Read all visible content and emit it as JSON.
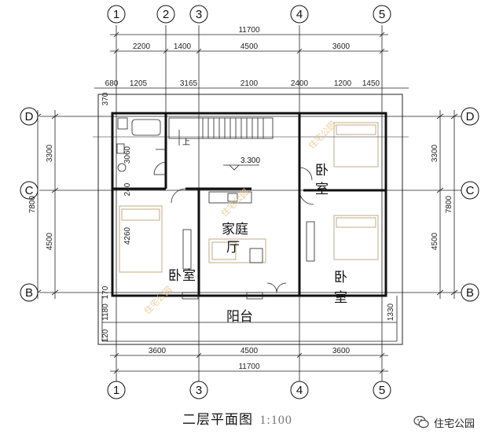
{
  "drawing": {
    "axes_columns": [
      "1",
      "2",
      "3",
      "4",
      "5"
    ],
    "axes_rows": [
      "D",
      "C",
      "B"
    ],
    "top_total": "11700",
    "top_dims": [
      "2200",
      "1400",
      "4500",
      "3600"
    ],
    "top_detail_dims": [
      "680",
      "1205",
      "3165",
      "2100",
      "2400",
      "1200",
      "1450"
    ],
    "left_total": "7800",
    "left_dims": [
      "3300",
      "4500"
    ],
    "right_total": "7800",
    "right_dims": [
      "3300",
      "4500"
    ],
    "inner_left_dims": [
      "370",
      "3060",
      "240",
      "4260",
      "170",
      "1180",
      "120"
    ],
    "right_small_dim": "1330",
    "bottom_dims": [
      "3600",
      "4500",
      "3600"
    ],
    "bottom_total": "11700",
    "rooms": {
      "living_1": "家庭",
      "living_2": "厅",
      "bed_left_1": "卧",
      "bed_left_2": "室",
      "bed_top_right_1": "卧",
      "bed_top_right_2": "室",
      "bed_bottom_right_1": "卧",
      "bed_bottom_right_2": "室",
      "balcony": "阳台"
    },
    "elevation": "3.300",
    "stair_up": "上",
    "watermark": "住宅公园"
  },
  "title": {
    "main": "二层平面图",
    "scale": "1:100"
  },
  "brand": {
    "name": "住宅公园",
    "icon": "wechat-icon"
  }
}
